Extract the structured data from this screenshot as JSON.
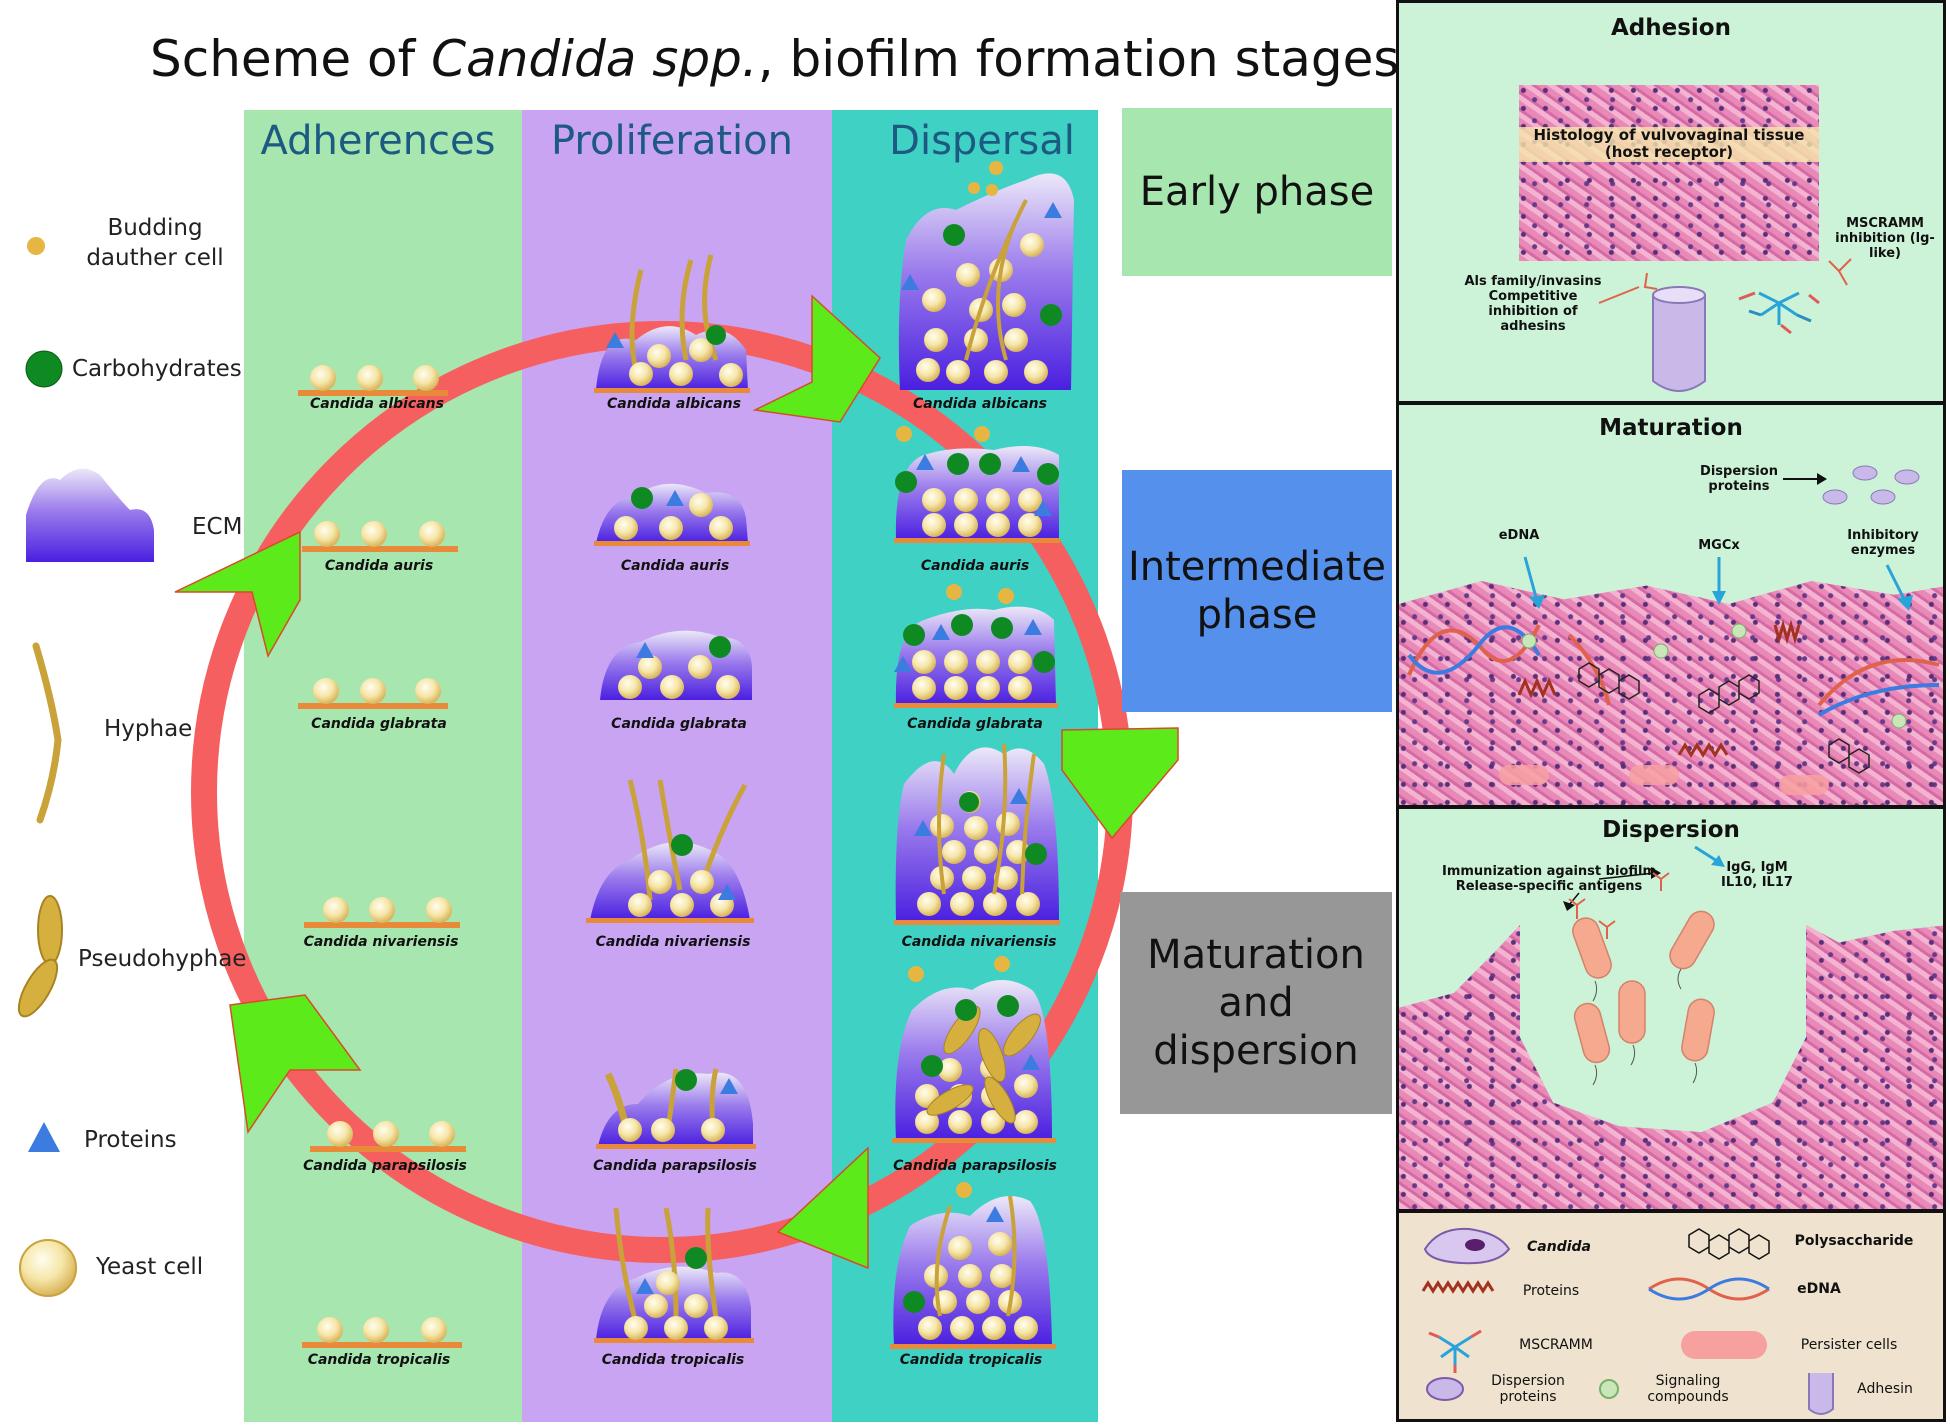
{
  "title": {
    "prefix": "Scheme of ",
    "italic": "Candida spp.",
    "suffix": ", biofilm formation stages"
  },
  "columns": {
    "adherences": "Adherences",
    "proliferation": "Proliferation",
    "dispersal": "Dispersal"
  },
  "species": [
    "Candida albicans",
    "Candida auris",
    "Candida glabrata",
    "Candida nivariensis",
    "Candida parapsilosis",
    "Candida tropicalis"
  ],
  "legend": {
    "budding": "Budding\ndauther cell",
    "carbohydrates": "Carbohydrates",
    "ecm": "ECM",
    "hyphae": "Hyphae",
    "pseudohyphae": "Pseudohyphae",
    "proteins": "Proteins",
    "yeast": "Yeast cell"
  },
  "phases": {
    "early": "Early phase",
    "intermediate": "Intermediate\nphase",
    "maturation": "Maturation\nand\ndispersion"
  },
  "adhesion_panel": {
    "title": "Adhesion",
    "histology": "Histology of vulvovaginal tissue\n(host receptor)",
    "mscramm": "MSCRAMM\ninhibition (lg-like)",
    "als": "Als family/invasins\nCompetitive\ninhibition of\nadhesins"
  },
  "maturation_panel": {
    "title": "Maturation",
    "dispersion_proteins": "Dispersion\nproteins",
    "edna": "eDNA",
    "mgcx": "MGCx",
    "inhibitory": "Inhibitory\nenzymes"
  },
  "dispersion_panel": {
    "title": "Dispersion",
    "immunization": "Immunization against biofilm\nRelease-specific antigens",
    "igg": "IgG, IgM\nIL10, IL17"
  },
  "bottom_legend": {
    "candida": "Candida",
    "polysaccharide": "Polysaccharide",
    "proteins": "Proteins",
    "edna": "eDNA",
    "mscramm": "MSCRAMM",
    "persister": "Persister cells",
    "dispersion_proteins": "Dispersion\nproteins",
    "signaling": "Signaling\ncompounds",
    "adhesin": "Adhesin"
  },
  "colors": {
    "adherences_bg": "#a8e6b0",
    "proliferation_bg": "#c8a4f2",
    "dispersal_bg": "#3fd1c4",
    "cycle_ring": "#f55f5f",
    "arrow": "#5cea1a",
    "ecm_top": "#e9e4f7",
    "ecm_bottom": "#4a1fe0",
    "early_phase_bg": "#a8e6b0",
    "intermediate_phase_bg": "#5590ec",
    "maturation_phase_bg": "#979797",
    "panel_bg": "#ccf3d7",
    "legend_bg": "#efe3cf"
  }
}
